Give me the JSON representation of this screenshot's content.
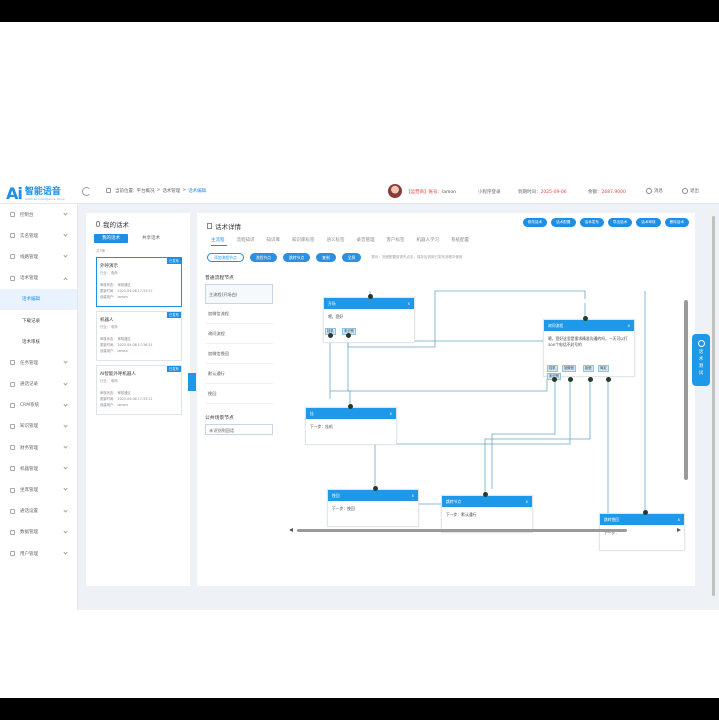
{
  "header": {
    "logo_mark": "Ai",
    "logo_title": "智能语音",
    "logo_subtitle": "Artificial Intelligence Voice",
    "breadcrumb": [
      "当前位置:",
      "平台概况",
      ">",
      "话术管理",
      ">",
      "话术编辑"
    ],
    "user_label": "【运营商】账号：",
    "user_name": "lamon",
    "applet_label": "小程序登录",
    "expire_label": "到期时间：",
    "expire_value": "2025-09-06",
    "balance_label": "余额：",
    "balance_value": "2687.9000",
    "message_label": "消息",
    "logout_label": "退出"
  },
  "sidebar": {
    "items": [
      {
        "label": "控制台",
        "type": "item"
      },
      {
        "label": "实名管理",
        "type": "item"
      },
      {
        "label": "线路管理",
        "type": "item"
      },
      {
        "label": "话术管理",
        "type": "open"
      },
      {
        "label": "话术编辑",
        "type": "sub",
        "active": true
      },
      {
        "label": "下载记录",
        "type": "sub"
      },
      {
        "label": "话术审核",
        "type": "sub"
      },
      {
        "label": "任务管理",
        "type": "item"
      },
      {
        "label": "通话记录",
        "type": "item"
      },
      {
        "label": "CRM系统",
        "type": "item"
      },
      {
        "label": "知识管理",
        "type": "item"
      },
      {
        "label": "财务管理",
        "type": "item"
      },
      {
        "label": "机器管理",
        "type": "item"
      },
      {
        "label": "坐席管理",
        "type": "item"
      },
      {
        "label": "通话设置",
        "type": "item"
      },
      {
        "label": "数据管理",
        "type": "item"
      },
      {
        "label": "用户管理",
        "type": "item"
      }
    ]
  },
  "script_panel": {
    "title": "我的话术",
    "tabs": [
      "我的话术",
      "共享话术"
    ],
    "count": "共3条",
    "cards": [
      {
        "name": "外呼演示",
        "industry": "行业：  电商",
        "status": "审核状态：  审核通过",
        "updated": "更新时间：  2025-09-06 17:33:57",
        "creator": "创建用户：  lamon",
        "tag": "已发布"
      },
      {
        "name": "机器人",
        "industry": "行业：  电商",
        "status": "审核状态：  审核通过",
        "updated": "更新时间：  2025-09-06 17:36:51",
        "creator": "创建用户：  lamon",
        "tag": "已发布"
      },
      {
        "name": "AI智能外呼机器人",
        "industry": "行业：  电商",
        "status": "审核状态：  审核通过",
        "updated": "更新时间：  2025-09-06 17:33:21",
        "creator": "创建用户：  lamon",
        "tag": "已发布"
      }
    ]
  },
  "main": {
    "title": "话术详情",
    "top_buttons": [
      "修改话术",
      "话术配置",
      "话术发布",
      "导出话术",
      "话术审核",
      "删除话术"
    ],
    "tabs": [
      "主流程",
      "流程知识",
      "知识库",
      "知识库标签",
      "语义标签",
      "录音管理",
      "客户标签",
      "机器人学习",
      "系统配置"
    ],
    "action_buttons": [
      "添加流程节点",
      "流程节点",
      "跳转节点",
      "复制",
      "全屏"
    ],
    "action_note": "提示：流程配置前请先点击，保存后请到已发布流程中使用",
    "node_section": "普通流程节点",
    "nodes": [
      "主流程(开场白)",
      "加微信流程",
      "询问流程",
      "加微信挽回",
      "默认通行",
      "挽回"
    ],
    "public_section": "公共场景节点",
    "public_nodes": [
      "未识别到回话"
    ]
  },
  "flow": {
    "nodes": [
      {
        "title": "开场",
        "body": "喂，您好"
      },
      {
        "title": "询问流程",
        "body": "嗯，您好这里是需求精准沟通的吗，一天可以打300个电话不封号的"
      },
      {
        "title": "挂",
        "body": "下一步：挂机"
      },
      {
        "title": "挽回",
        "body": "下一步：挽回"
      },
      {
        "title": "跳转节点",
        "body": "下一步：默认通行"
      },
      {
        "title": "跳转挽回",
        "body": "下一步："
      }
    ],
    "keywords_start": [
      "挂机",
      "未识别"
    ],
    "keywords_ask": [
      "挂机",
      "加微信",
      "拒绝",
      "肯定",
      "未识别"
    ]
  },
  "float_button": {
    "lines": [
      "话",
      "术",
      "测",
      "试"
    ]
  },
  "colors": {
    "accent": "#1e98e8",
    "danger": "#e04a3f",
    "background": "#eef2f7"
  }
}
